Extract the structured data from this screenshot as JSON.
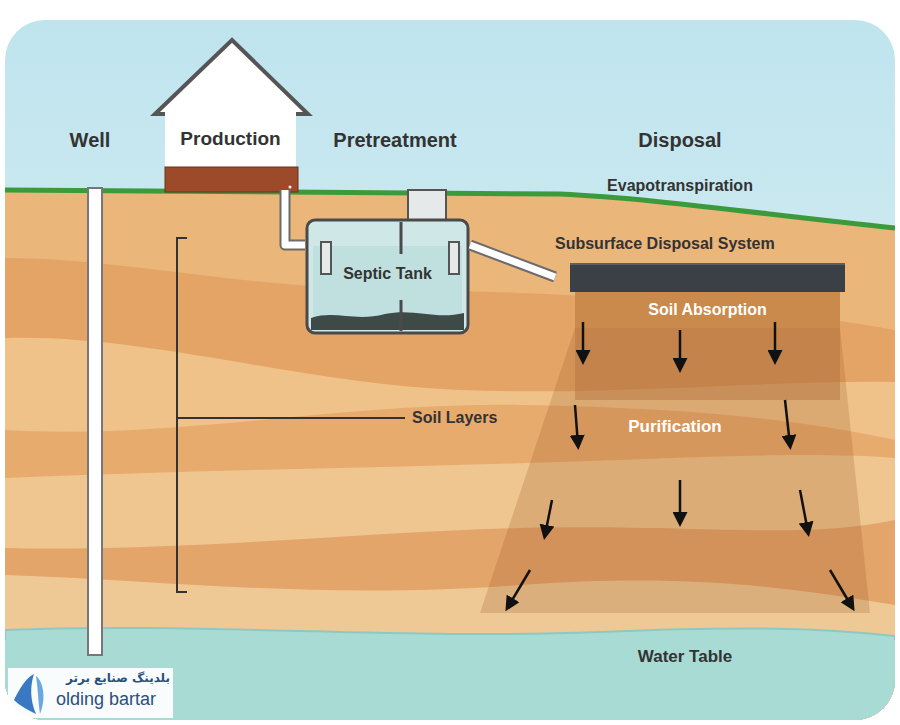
{
  "diagram": {
    "nodes": [
      {
        "text": [
          "Production"
        ]
      },
      {
        "text": [
          "Septic Tank"
        ]
      },
      {
        "text": [
          "Subsurface Disposal System"
        ]
      },
      {
        "text": [
          "Soil Absorption"
        ]
      },
      {
        "text": [
          "Purification"
        ]
      },
      {
        "text": [
          "Water Table"
        ]
      }
    ],
    "edges": [
      {
        "from": 0,
        "to": 1,
        "arrow": "none"
      },
      {
        "from": 1,
        "to": 2,
        "arrow": "none"
      }
    ],
    "labels": [
      "Well",
      "Pretreatment",
      "Disposal",
      "Evapotranspiration",
      "Soil Layers",
      "بلدینگ صنایع برتر",
      "olding bartar"
    ]
  }
}
